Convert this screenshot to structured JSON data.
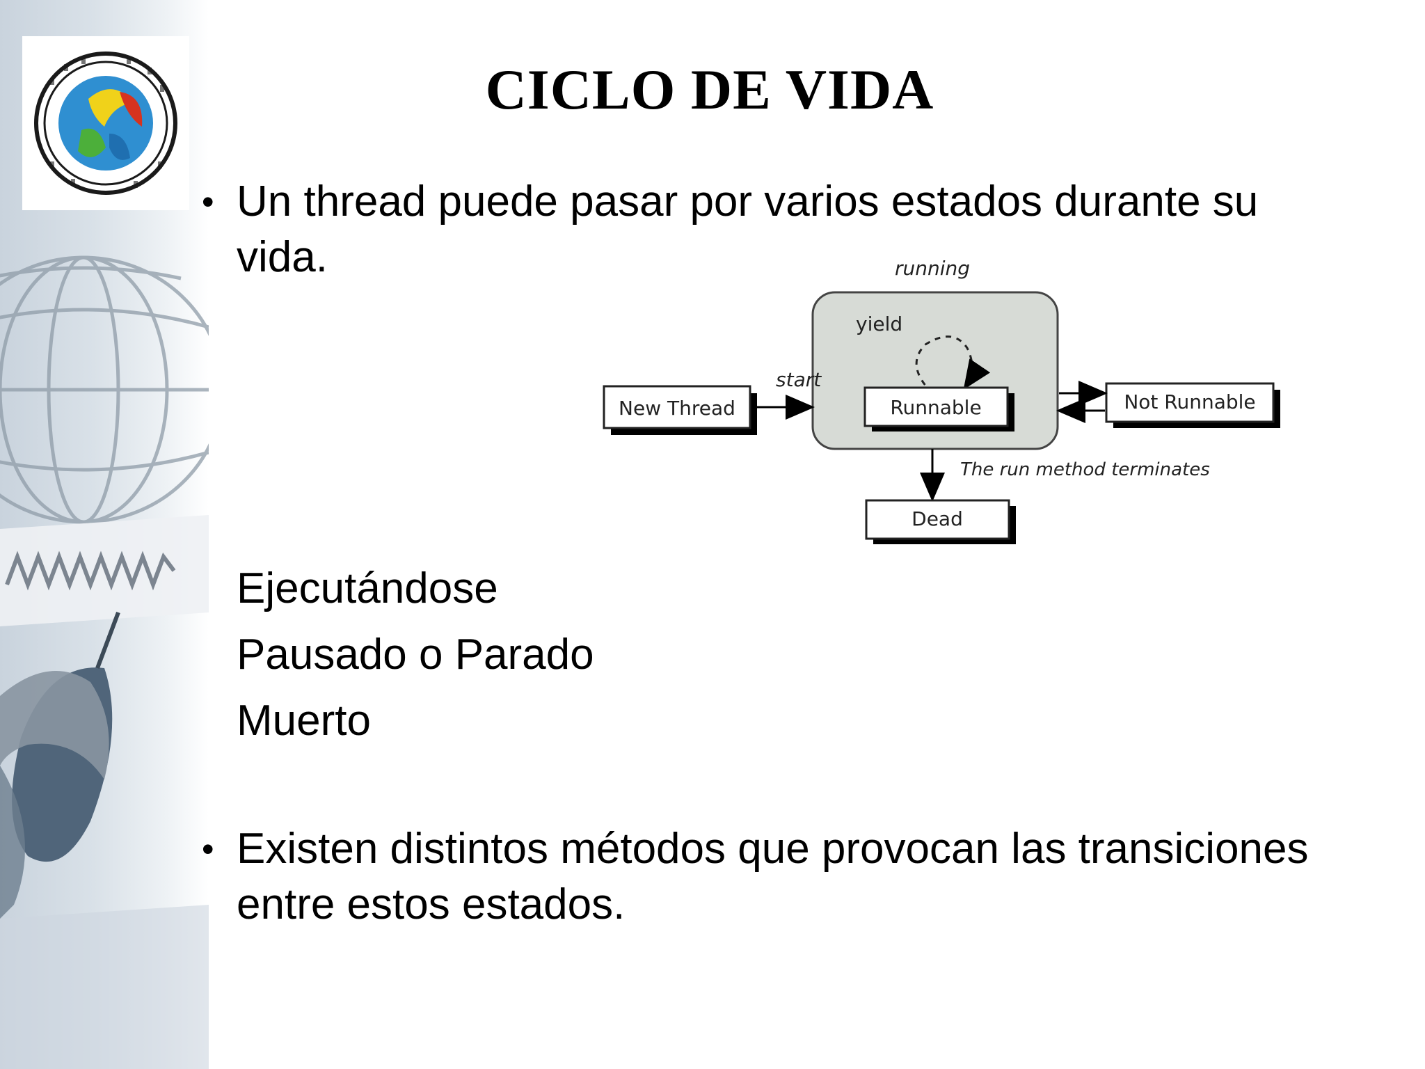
{
  "slide": {
    "title": "CICLO DE VIDA",
    "bullets": [
      {
        "line1": "Un thread puede pasar por varios estados durante su",
        "line2": "vida."
      },
      {
        "line1": "Existen distintos métodos que provocan las transiciones",
        "line2": "entre estos estados."
      }
    ],
    "states": [
      "Ejecutándose",
      "Pausado o Parado",
      "Muerto"
    ]
  },
  "diagram": {
    "running_label": "running",
    "yield_label": "yield",
    "start_label": "start",
    "new_thread": "New Thread",
    "runnable": "Runnable",
    "not_runnable": "Not Runnable",
    "terminates_label": "The run method terminates",
    "dead": "Dead"
  },
  "colors": {
    "running_box_fill": "#d7dbd6",
    "side_panel": "#d9e1e8"
  },
  "icons": {
    "logo": "university-seal-logo",
    "decor": "globe-mouse-decoration"
  }
}
